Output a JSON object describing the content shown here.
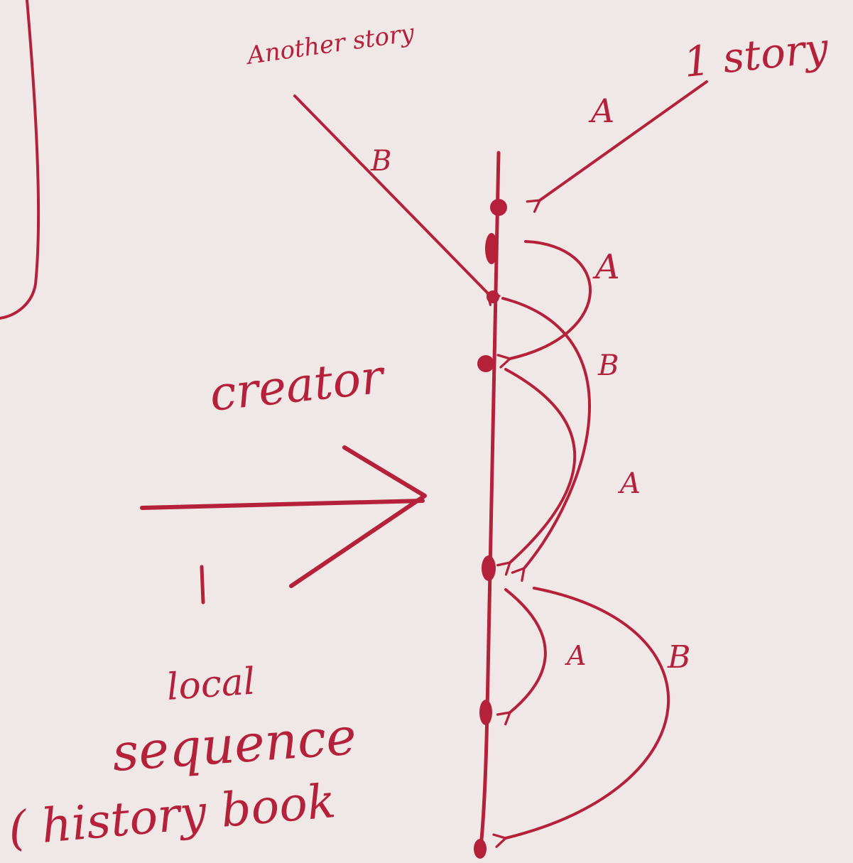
{
  "labels": {
    "another_story": "Another story",
    "one_story": "1 story",
    "creator": "creator",
    "one_to_one": "1",
    "local": "local",
    "sequence": "sequence",
    "history_book": "( history book"
  },
  "edge_labels": {
    "a_top": "A",
    "b_top": "B",
    "a_arc1": "A",
    "b_arc2": "B",
    "a_arc3": "A",
    "a_arc4": "A",
    "b_arc5": "B"
  },
  "colors": {
    "ink": "#b5203a",
    "paper": "#efe8e6"
  }
}
